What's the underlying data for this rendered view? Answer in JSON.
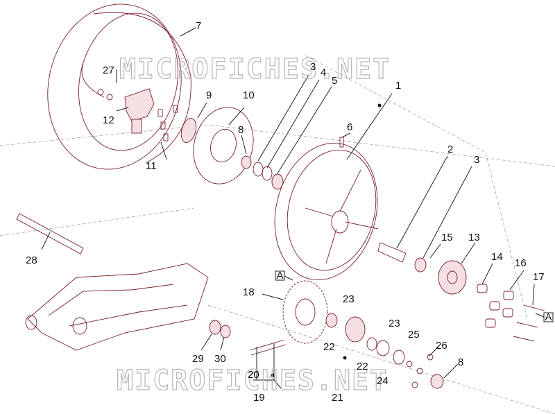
{
  "watermark": "MICROFICHES.NET",
  "callouts": {
    "c1": "1",
    "c2": "2",
    "c3a": "3",
    "c3b": "3",
    "c4": "4",
    "c5": "5",
    "c6": "6",
    "c7": "7",
    "c8a": "8",
    "c8b": "8",
    "c9": "9",
    "c10": "10",
    "c11": "11",
    "c12": "12",
    "c13": "13",
    "c14": "14",
    "c15": "15",
    "c16": "16",
    "c17": "17",
    "c18": "18",
    "c19": "19",
    "c20": "20",
    "c21": "21",
    "c22a": "22",
    "c22b": "22",
    "c23a": "23",
    "c23b": "23",
    "c24": "24",
    "c25": "25",
    "c26": "26",
    "c27": "27",
    "c28": "28",
    "c29": "29",
    "c30": "30"
  },
  "ref_markers": {
    "a1": "A",
    "a2": "A"
  },
  "colors": {
    "part_line": "#7a1d2a",
    "part_fill": "#f4dfe2",
    "watermark": "#b5b5b5"
  }
}
